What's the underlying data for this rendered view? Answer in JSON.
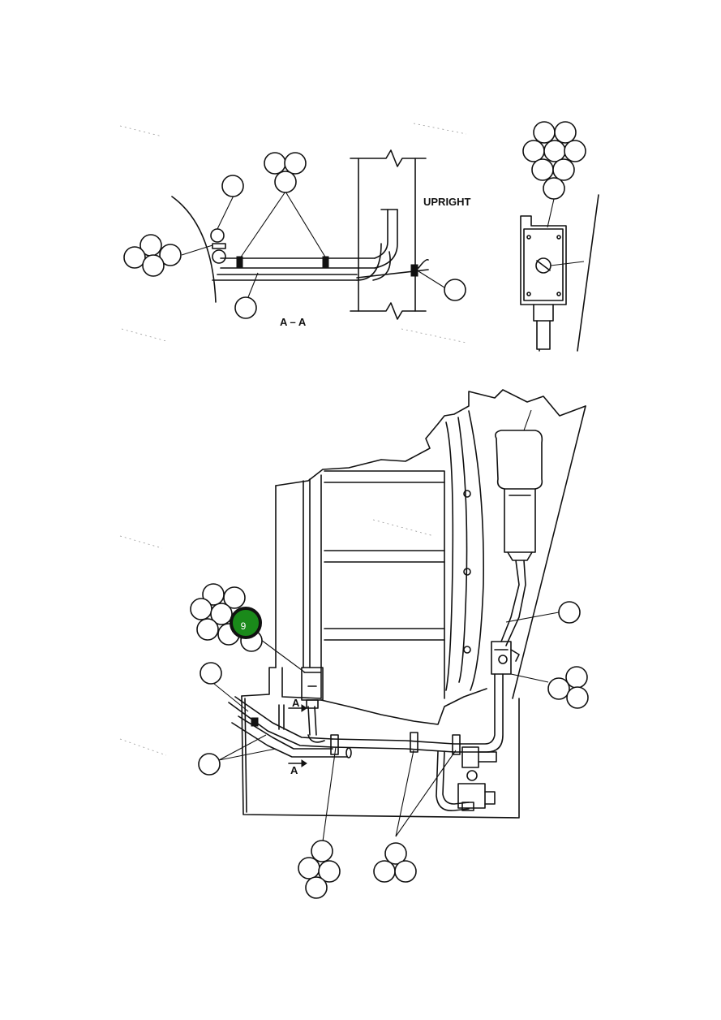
{
  "labels": {
    "upright": "UPRIGHT",
    "section": "A – A",
    "arrow_top": "A",
    "arrow_bottom": "A"
  },
  "callouts": {
    "highlighted": {
      "number": "9",
      "color": "#1a8a1a"
    }
  },
  "colors": {
    "line": "#111111",
    "background": "#ffffff",
    "highlight": "#1a8a1a"
  }
}
